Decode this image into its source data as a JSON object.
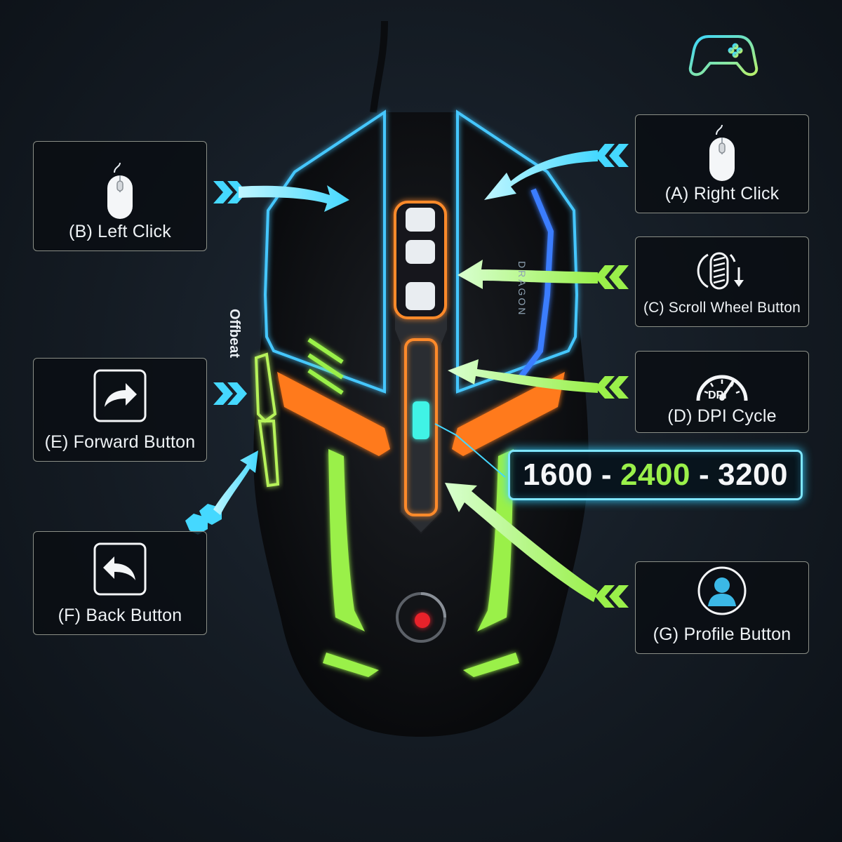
{
  "brand": {
    "logo_text": "Offbeat",
    "side_text": "DRAGON"
  },
  "controller_icon": {
    "name": "gamepad-icon",
    "color_start": "#39d5ff",
    "color_end": "#b8f06a"
  },
  "callouts": {
    "a": {
      "label": "(A) Right Click",
      "icon": "mouse-icon"
    },
    "b": {
      "label": "(B) Left Click",
      "icon": "mouse-icon"
    },
    "c": {
      "label": "(C) Scroll Wheel Button",
      "icon": "scroll-wheel-icon"
    },
    "d": {
      "label": "(D) DPI Cycle",
      "icon": "dpi-gauge-icon",
      "icon_text": "DPI"
    },
    "e": {
      "label": "(E) Forward Button",
      "icon": "forward-arrow-icon"
    },
    "f": {
      "label": "(F) Back Button",
      "icon": "back-arrow-icon"
    },
    "g": {
      "label": "(G) Profile Button",
      "icon": "profile-icon"
    }
  },
  "dpi": {
    "low": "1600",
    "sep1": "-",
    "mid": "2400",
    "sep2": "-",
    "high": "3200"
  },
  "colors": {
    "cyan": "#45d8ff",
    "blue": "#3aa9ff",
    "green": "#9af04a",
    "orange": "#ff7a1a",
    "red": "#e8202a",
    "bg": "#141b23"
  }
}
